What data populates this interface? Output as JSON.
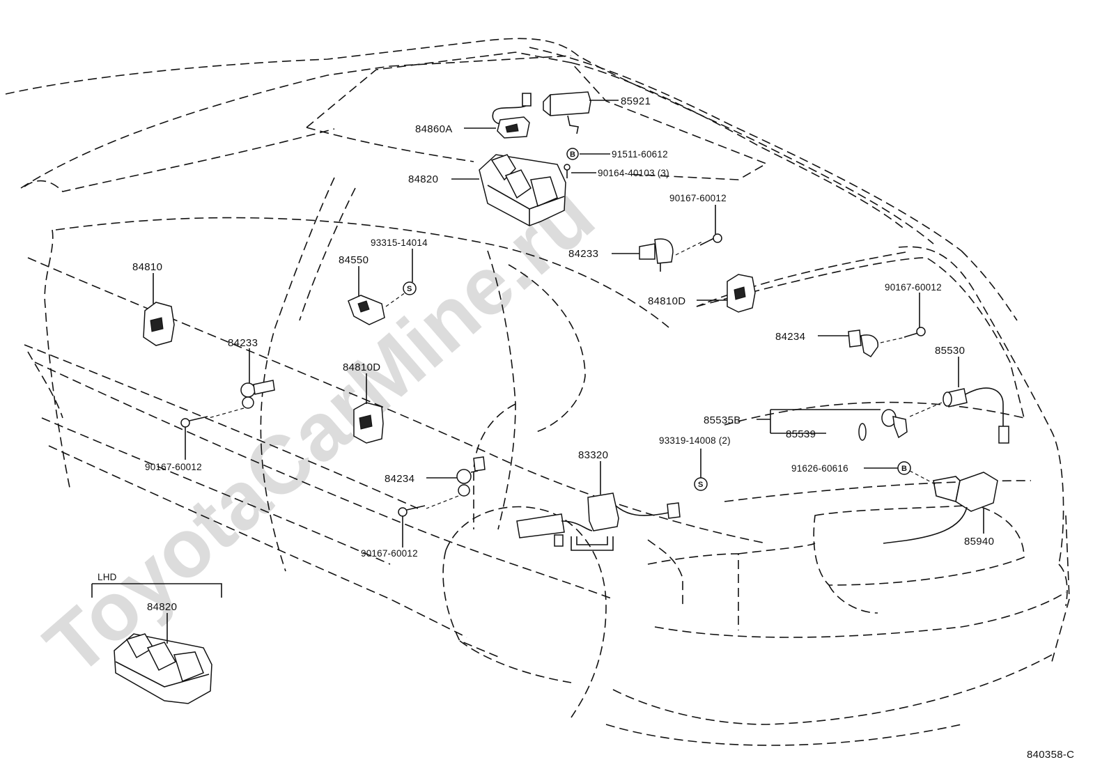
{
  "watermark": "ToyotaCarMine.ru",
  "diagram_code": "840358-C",
  "variant_label": "LHD",
  "fastener_marks": {
    "s": "S",
    "b": "B"
  },
  "callouts": {
    "p85921": "85921",
    "p84860A": "84860A",
    "p91511": "91511-60612",
    "p90164": "90164-40103 (3)",
    "p84820_top": "84820",
    "p90167_a": "90167-60012",
    "p84233_right": "84233",
    "p84810D_right": "84810D",
    "p93315": "93315-14014",
    "p84550": "84550",
    "p84810": "84810",
    "p84233_left": "84233",
    "p90167_b": "90167-60012",
    "p84810D_center": "84810D",
    "p84234_center": "84234",
    "p90167_c": "90167-60012",
    "p90167_d": "90167-60012",
    "p84234_right": "84234",
    "p85530": "85530",
    "p85535B": "85535B",
    "p85539": "85539",
    "p93319": "93319-14008 (2)",
    "p83320": "83320",
    "p91626": "91626-60616",
    "p85940": "85940",
    "p84820_lhd": "84820"
  }
}
